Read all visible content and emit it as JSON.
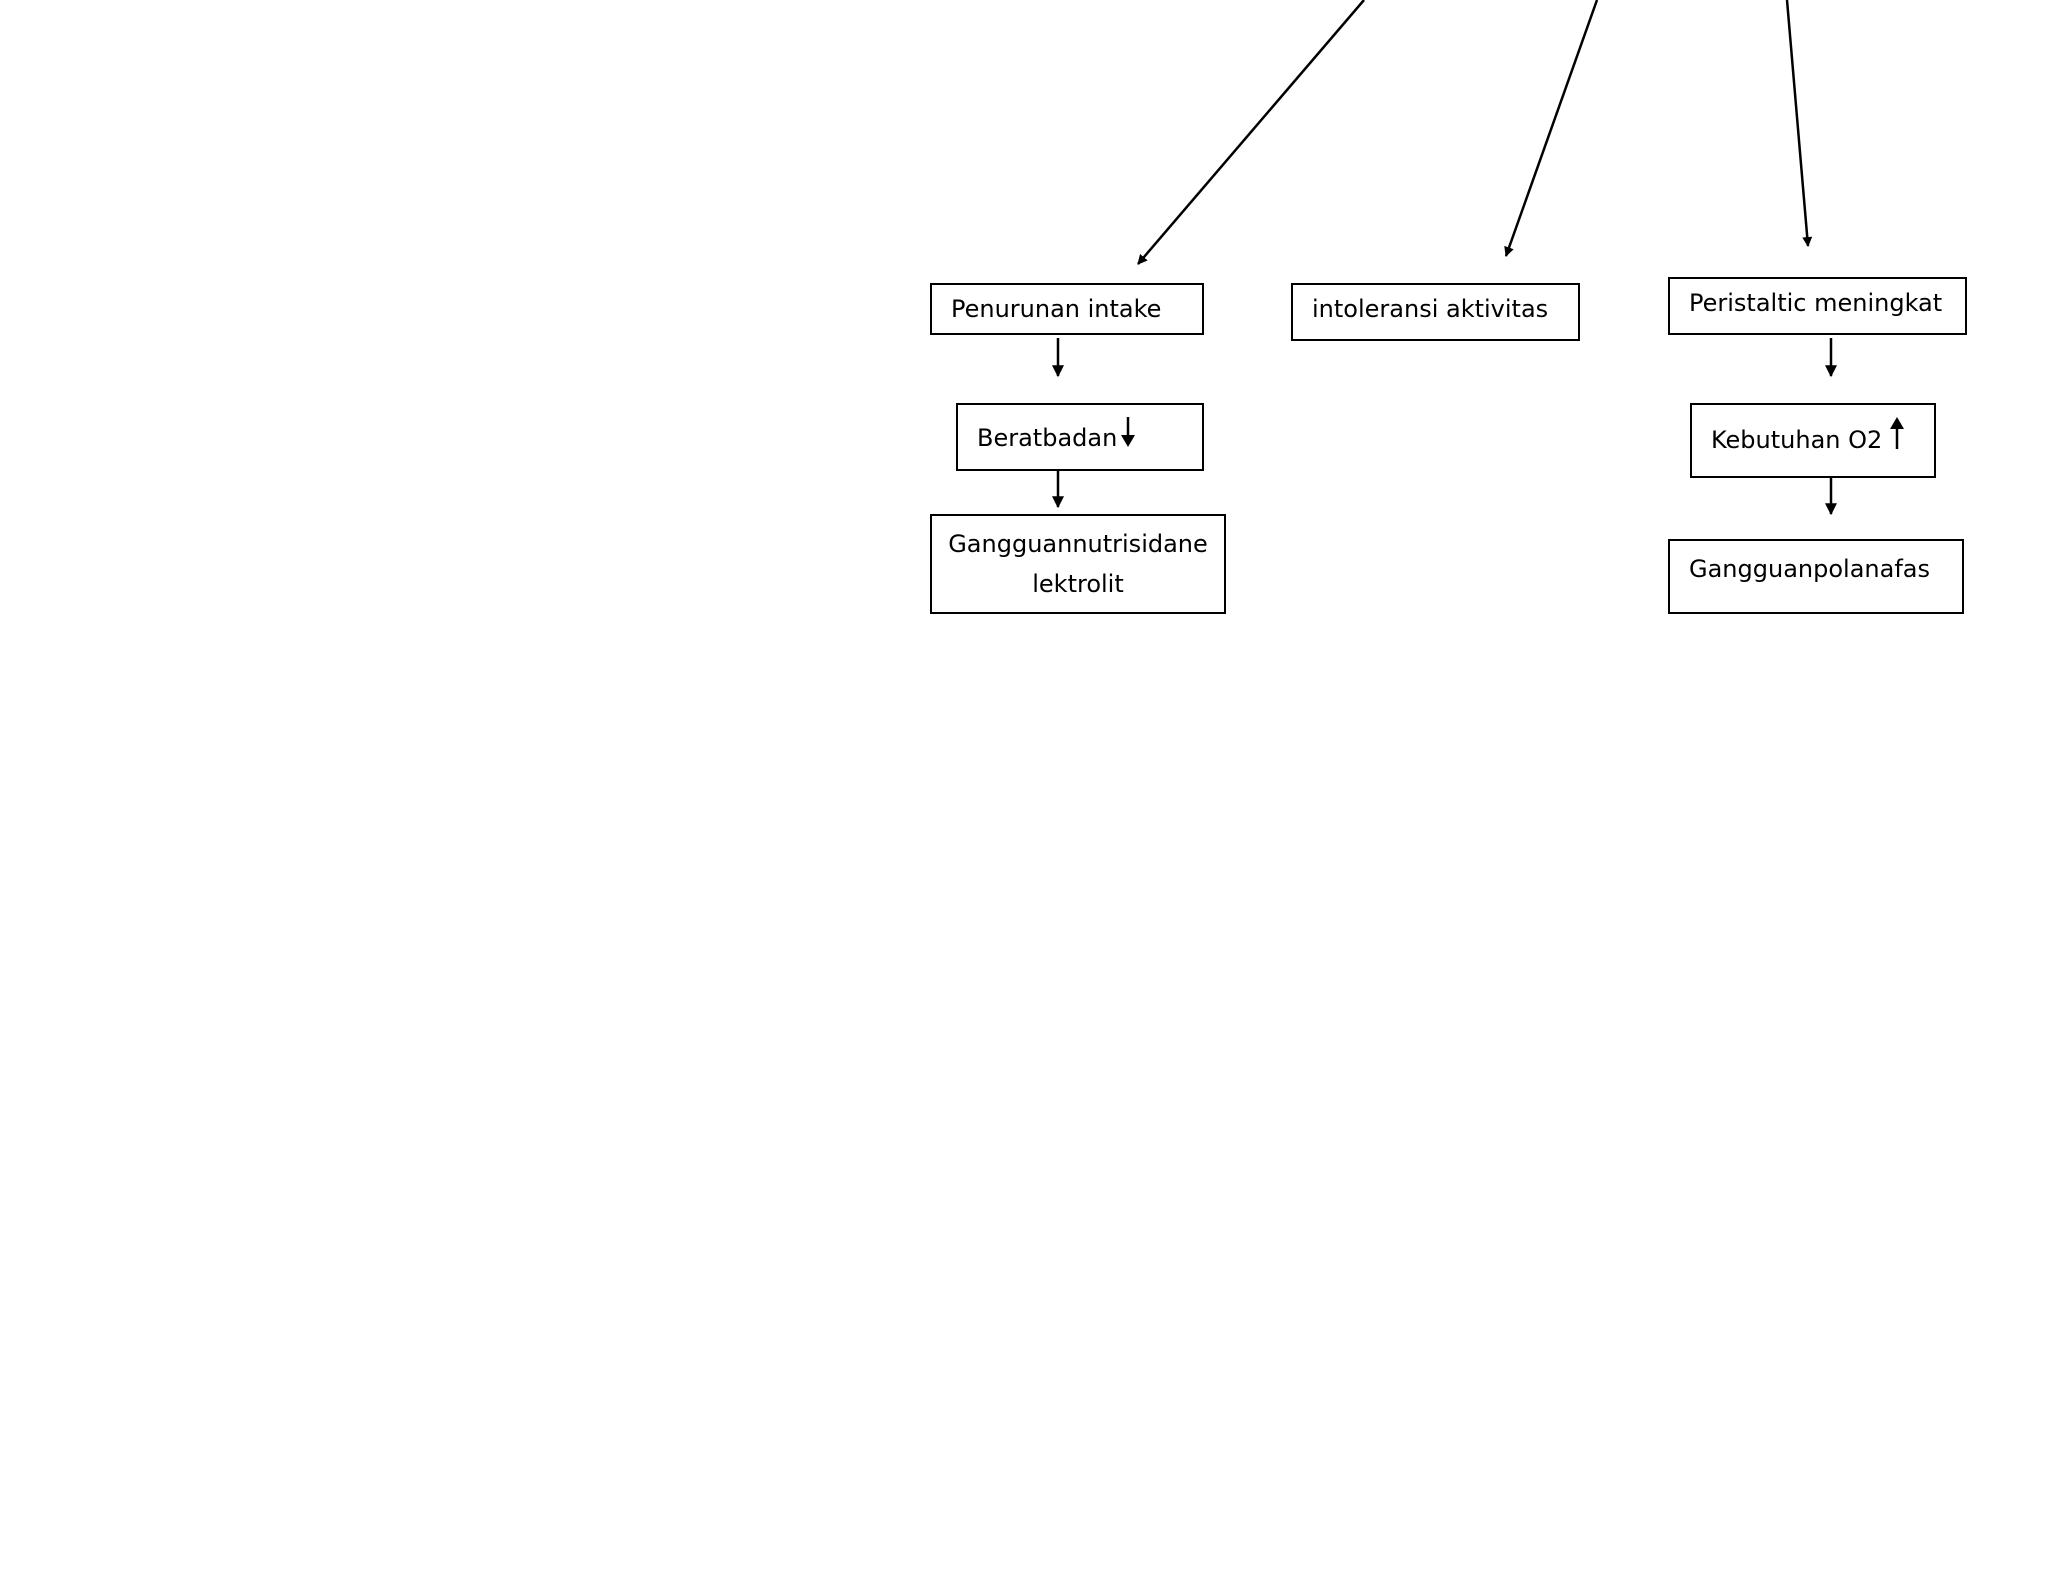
{
  "diagram": {
    "nodes": {
      "penurunan_intake": "Penurunan intake",
      "berat_badan": "Beratbadan",
      "gangguan_nutrisi_line1": "Gangguannutrisidane",
      "gangguan_nutrisi_line2": "lektrolit",
      "intoleransi_aktivitas": "intoleransi aktivitas",
      "peristaltic_meningkat": "Peristaltic meningkat",
      "kebutuhan_o2": "Kebutuhan O2",
      "gangguan_pola_nafas": "Gangguanpolanafas"
    },
    "indicators": {
      "berat_badan": "decrease-arrow-icon",
      "kebutuhan_o2": "increase-arrow-icon"
    },
    "colors": {
      "line": "#000000",
      "background": "#ffffff"
    }
  }
}
